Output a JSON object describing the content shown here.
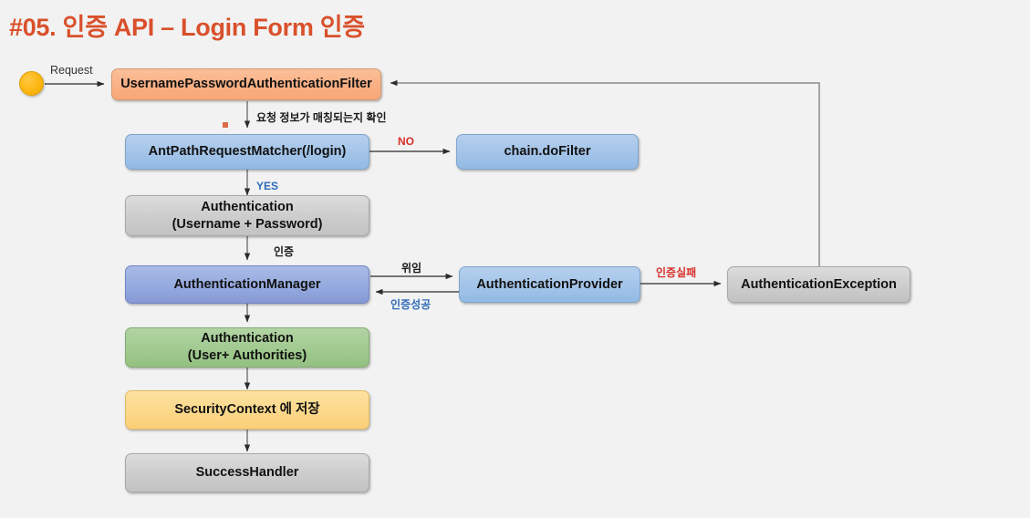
{
  "page": {
    "title": "#05. 인증 API – Login Form 인증",
    "title_color": "#d9502b",
    "background_color": "#f2f2f2"
  },
  "nodes": {
    "start": {
      "name": "start-dot",
      "label": ""
    },
    "filter": {
      "label": "UsernamePasswordAuthenticationFilter",
      "color": "#f9b288"
    },
    "matcher": {
      "label": "AntPathRequestMatcher(/login)",
      "color": "#a6c6e9"
    },
    "chain": {
      "label": "chain.doFilter",
      "color": "#a6c6e9"
    },
    "auth_token": {
      "line1": "Authentication",
      "line2": "(Username + Password)",
      "color": "#cfcfcf"
    },
    "manager": {
      "label": "AuthenticationManager",
      "color": "#97ace0"
    },
    "provider": {
      "label": "AuthenticationProvider",
      "color": "#a6c6e9"
    },
    "exception": {
      "label": "AuthenticationException",
      "color": "#cfcfcf"
    },
    "auth_result": {
      "line1": "Authentication",
      "line2": "(User+ Authorities)",
      "color": "#a3cb92"
    },
    "security_context": {
      "label": "SecurityContext 에 저장",
      "color": "#fcd98c"
    },
    "success_handler": {
      "label": "SuccessHandler",
      "color": "#cfcfcf"
    }
  },
  "edges": {
    "request": {
      "label": "Request",
      "color": "#333333"
    },
    "match_check": {
      "label": "요청 정보가 매칭되는지 확인",
      "color": "#1a1a1a"
    },
    "no": {
      "label": "NO",
      "color": "#d8302a"
    },
    "yes": {
      "label": "YES",
      "color": "#2e6bb8"
    },
    "authenticate": {
      "label": "인증",
      "color": "#1a1a1a"
    },
    "delegate": {
      "label": "위임",
      "color": "#1a1a1a"
    },
    "auth_success": {
      "label": "인증성공",
      "color": "#2e6bb8"
    },
    "auth_failure": {
      "label": "인증실패",
      "color": "#d8302a"
    }
  }
}
